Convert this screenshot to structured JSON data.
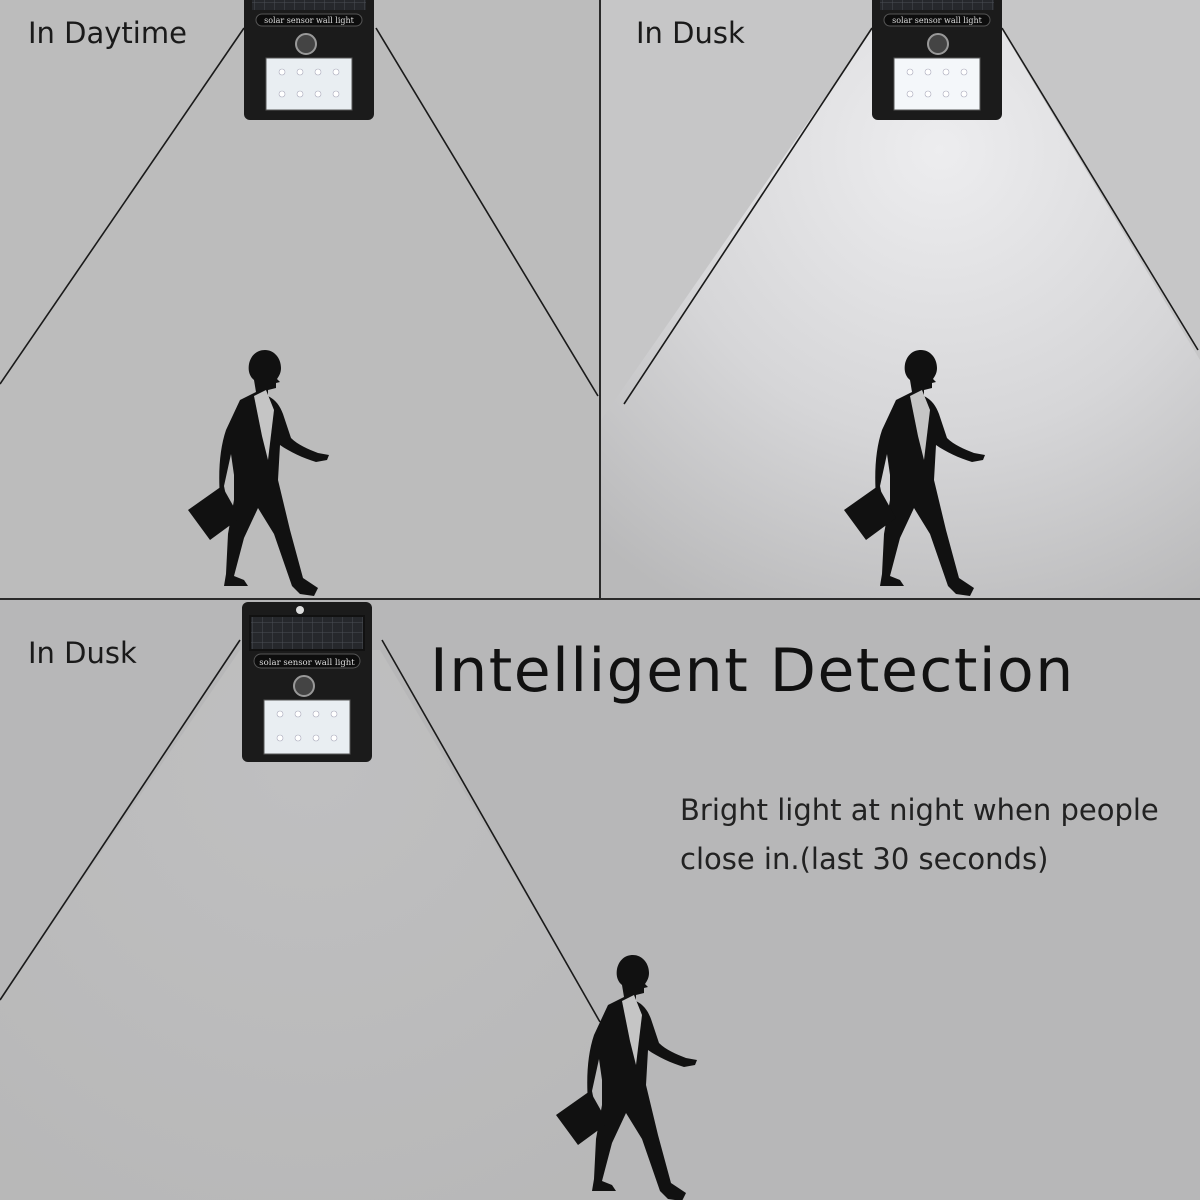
{
  "panels": {
    "top_left": {
      "caption": "In Daytime"
    },
    "top_right": {
      "caption": "In Dusk"
    },
    "bottom": {
      "caption": "In Dusk",
      "headline": "Intelligent Detection",
      "description": "Bright light at night when people close in.(last 30 seconds)"
    }
  },
  "lamp": {
    "label": "solar sensor wall light"
  },
  "colors": {
    "background": "#b8b8b8",
    "divider": "#2a2a2a",
    "lamp_body": "#1b1b1b",
    "led_panel": "#e9eef2",
    "glow": "#e4e4e6",
    "silhouette": "#111111"
  }
}
